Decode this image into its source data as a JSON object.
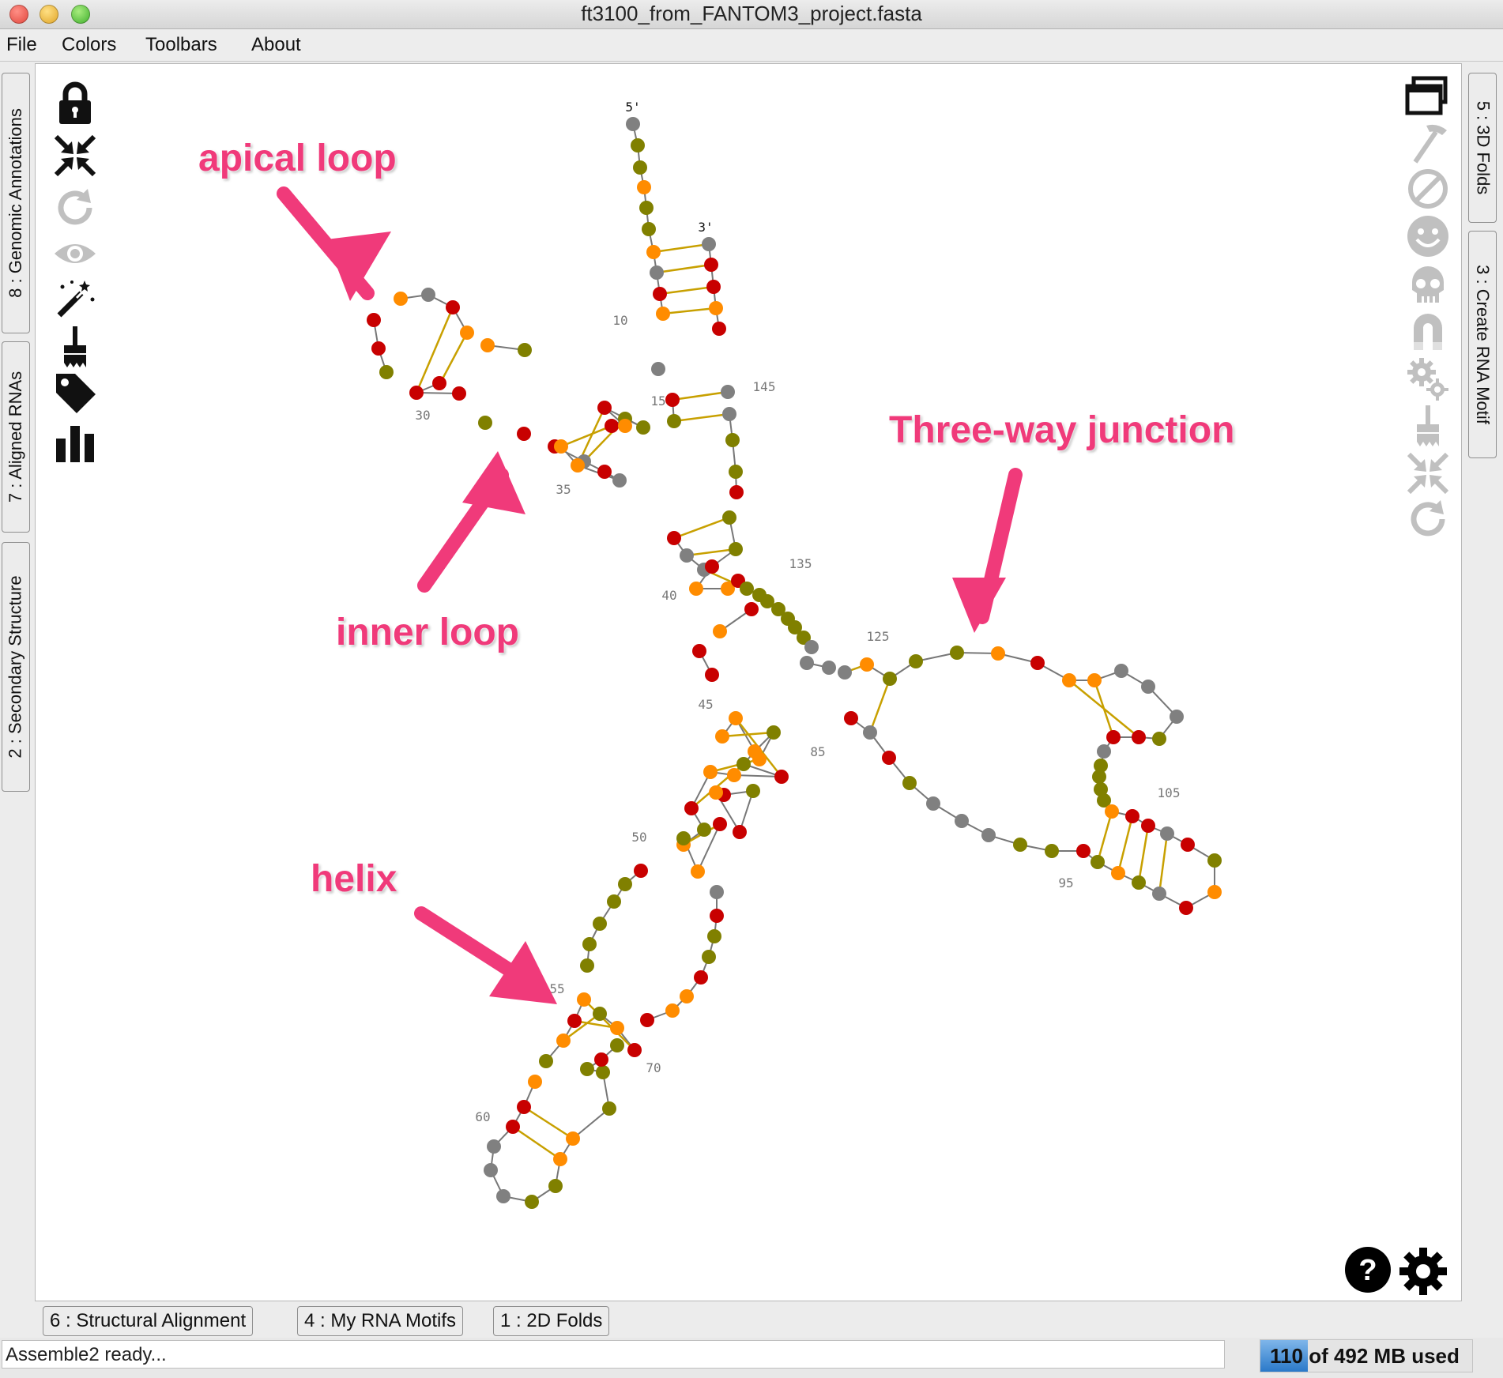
{
  "window": {
    "title": "ft3100_from_FANTOM3_project.fasta"
  },
  "menu": {
    "items": [
      "File",
      "Colors",
      "Toolbars",
      "About"
    ]
  },
  "left_tabs": [
    "8 : Genomic Annotations",
    "7 : Aligned RNAs",
    "2 : Secondary Structure"
  ],
  "right_tabs": [
    "5 : 3D Folds",
    "3 : Create RNA Motif"
  ],
  "bottom_tabs": [
    "6 : Structural Alignment",
    "4 : My RNA Motifs",
    "1 : 2D Folds"
  ],
  "left_toolbar": [
    "lock-icon",
    "compress-icon",
    "refresh-icon",
    "eye-icon",
    "magic-wand-icon",
    "paint-brush-icon",
    "tag-icon",
    "bar-chart-icon"
  ],
  "right_toolbar": [
    "window-icon",
    "hammer-icon",
    "forbidden-icon",
    "smiley-icon",
    "skull-icon",
    "magnet-icon",
    "gears-icon",
    "paint-brush-icon",
    "compress-icon",
    "refresh-icon"
  ],
  "corner_buttons": [
    "help-icon",
    "settings-gear-icon"
  ],
  "structure": {
    "end_labels": [
      "5'",
      "3'"
    ],
    "position_labels": [
      "10",
      "15",
      "30",
      "35",
      "40",
      "45",
      "50",
      "55",
      "60",
      "70",
      "85",
      "95",
      "105",
      "125",
      "135",
      "145"
    ],
    "colors": {
      "gray": "#808080",
      "olive": "#808000",
      "orange": "#ff8c00",
      "red": "#c80000",
      "pair_line": "#c8a000",
      "backbone": "#777777"
    }
  },
  "annotations": {
    "apical": "apical loop",
    "inner": "inner loop",
    "junction": "Three-way junction",
    "helix": "helix",
    "arrow_color": "#f03a7a"
  },
  "status": {
    "text": "Assemble2 ready...",
    "memory_used": "110",
    "memory_text": "of 492 MB used",
    "memory_used_fraction": 0.2236
  }
}
